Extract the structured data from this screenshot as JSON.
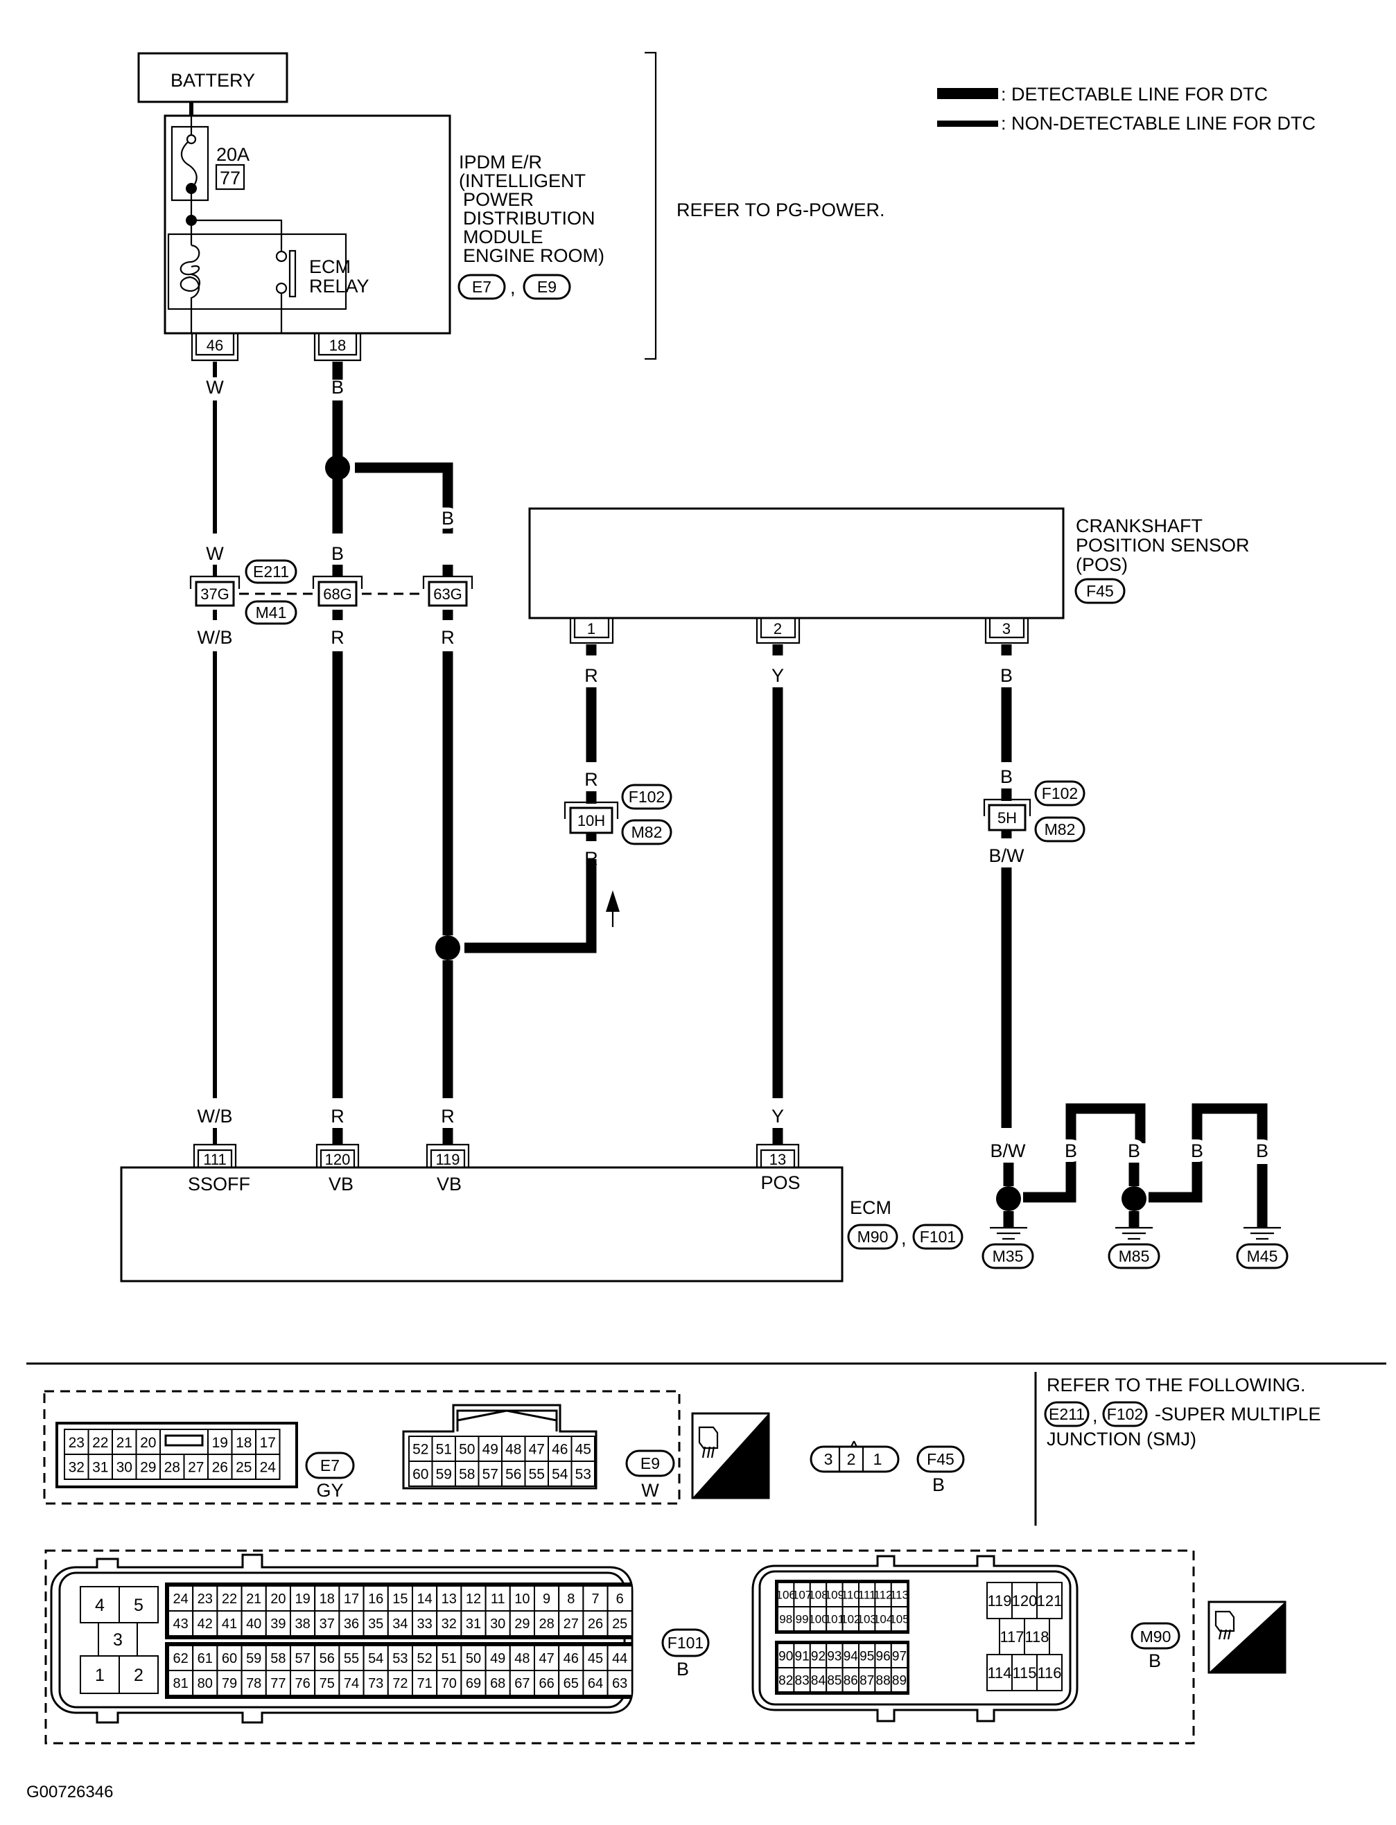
{
  "legend": {
    "detectable": ": DETECTABLE LINE FOR DTC",
    "non_detectable": ": NON-DETECTABLE LINE FOR DTC"
  },
  "battery": {
    "label": "BATTERY"
  },
  "ipdm": {
    "fuse_rating": "20A",
    "fuse_number": "77",
    "relay_label_1": "ECM",
    "relay_label_2": "RELAY",
    "name_lines": [
      "IPDM E/R",
      "(INTELLIGENT",
      " POWER",
      " DISTRIBUTION",
      " MODULE",
      " ENGINE ROOM)"
    ],
    "connectors": [
      "E7",
      "E9"
    ],
    "pins": [
      "46",
      "18"
    ]
  },
  "refer_power": "REFER TO PG-POWER.",
  "wires": {
    "w1_top": "W",
    "w2_top": "B",
    "w3_top": "B",
    "w1_mid_top": "W",
    "w2_mid_top": "B",
    "w3_mid_top": "B",
    "w1_mid_bot": "W/B",
    "w2_mid_bot": "R",
    "w3_mid_bot": "R",
    "w1_bot": "W/B",
    "w2_bot": "R",
    "w3_bot": "R",
    "ckp1_top": "R",
    "ckp1_mid_top": "R",
    "ckp1_mid_bot": "R",
    "ckp2_top": "Y",
    "ckp2_bot": "Y",
    "ckp3_top": "B",
    "ckp3_mid_top": "B",
    "ckp3_mid_bot": "B/W",
    "gnd1": "B/W",
    "gnd2": "B",
    "gnd3": "B",
    "gnd4": "B",
    "gnd5": "B"
  },
  "joint_connectors": {
    "c37": "37G",
    "c68": "68G",
    "c63": "63G",
    "c10": "10H",
    "c5": "5H",
    "e211": "E211",
    "m41": "M41",
    "f102a": "F102",
    "m82a": "M82",
    "f102b": "F102",
    "m82b": "M82"
  },
  "ckp": {
    "name_lines": [
      "CRANKSHAFT",
      "POSITION SENSOR",
      "(POS)"
    ],
    "connector": "F45",
    "pins": [
      "1",
      "2",
      "3"
    ]
  },
  "ecm": {
    "name": "ECM",
    "connectors": [
      "M90",
      "F101"
    ],
    "pins": [
      {
        "num": "111",
        "label": "SSOFF"
      },
      {
        "num": "120",
        "label": "VB"
      },
      {
        "num": "119",
        "label": "VB"
      },
      {
        "num": "13",
        "label": "POS"
      }
    ]
  },
  "grounds": [
    "M35",
    "M85",
    "M45"
  ],
  "connector_views": {
    "e7": {
      "id": "E7",
      "color": "GY",
      "row1": [
        "23",
        "22",
        "21",
        "20",
        "",
        "19",
        "18",
        "17"
      ],
      "row2": [
        "32",
        "31",
        "30",
        "29",
        "28",
        "27",
        "26",
        "25",
        "24"
      ]
    },
    "e9": {
      "id": "E9",
      "color": "W",
      "row1": [
        "52",
        "51",
        "50",
        "49",
        "48",
        "47",
        "46",
        "45"
      ],
      "row2": [
        "60",
        "59",
        "58",
        "57",
        "56",
        "55",
        "54",
        "53"
      ]
    },
    "f45": {
      "id": "F45",
      "color": "B",
      "pins": [
        "3",
        "2",
        "1"
      ]
    },
    "hs_label": "H.S.",
    "refer_following": "REFER TO THE FOLLOWING.",
    "smj_connectors": [
      "E211",
      "F102"
    ],
    "smj_text_1": "-SUPER MULTIPLE",
    "smj_text_2": "JUNCTION (SMJ)",
    "f101": {
      "id": "F101",
      "color": "B",
      "power_pins": [
        "4",
        "5",
        "3",
        "1",
        "2"
      ],
      "row1": [
        "24",
        "23",
        "22",
        "21",
        "20",
        "19",
        "18",
        "17",
        "16",
        "15",
        "14",
        "13",
        "12",
        "11",
        "10",
        "9",
        "8",
        "7",
        "6"
      ],
      "row2": [
        "43",
        "42",
        "41",
        "40",
        "39",
        "38",
        "37",
        "36",
        "35",
        "34",
        "33",
        "32",
        "31",
        "30",
        "29",
        "28",
        "27",
        "26",
        "25"
      ],
      "row3": [
        "62",
        "61",
        "60",
        "59",
        "58",
        "57",
        "56",
        "55",
        "54",
        "53",
        "52",
        "51",
        "50",
        "49",
        "48",
        "47",
        "46",
        "45",
        "44"
      ],
      "row4": [
        "81",
        "80",
        "79",
        "78",
        "77",
        "76",
        "75",
        "74",
        "73",
        "72",
        "71",
        "70",
        "69",
        "68",
        "67",
        "66",
        "65",
        "64",
        "63"
      ]
    },
    "m90": {
      "id": "M90",
      "color": "B",
      "row1": [
        "106",
        "107",
        "108",
        "109",
        "110",
        "111",
        "112",
        "113"
      ],
      "row2": [
        "98",
        "99",
        "100",
        "101",
        "102",
        "103",
        "104",
        "105"
      ],
      "row3": [
        "90",
        "91",
        "92",
        "93",
        "94",
        "95",
        "96",
        "97"
      ],
      "row4": [
        "82",
        "83",
        "84",
        "85",
        "86",
        "87",
        "88",
        "89"
      ],
      "big_top": [
        "119",
        "120",
        "121"
      ],
      "big_mid": [
        "117",
        "118"
      ],
      "big_bot": [
        "114",
        "115",
        "116"
      ]
    }
  },
  "figure_id": "G00726346"
}
